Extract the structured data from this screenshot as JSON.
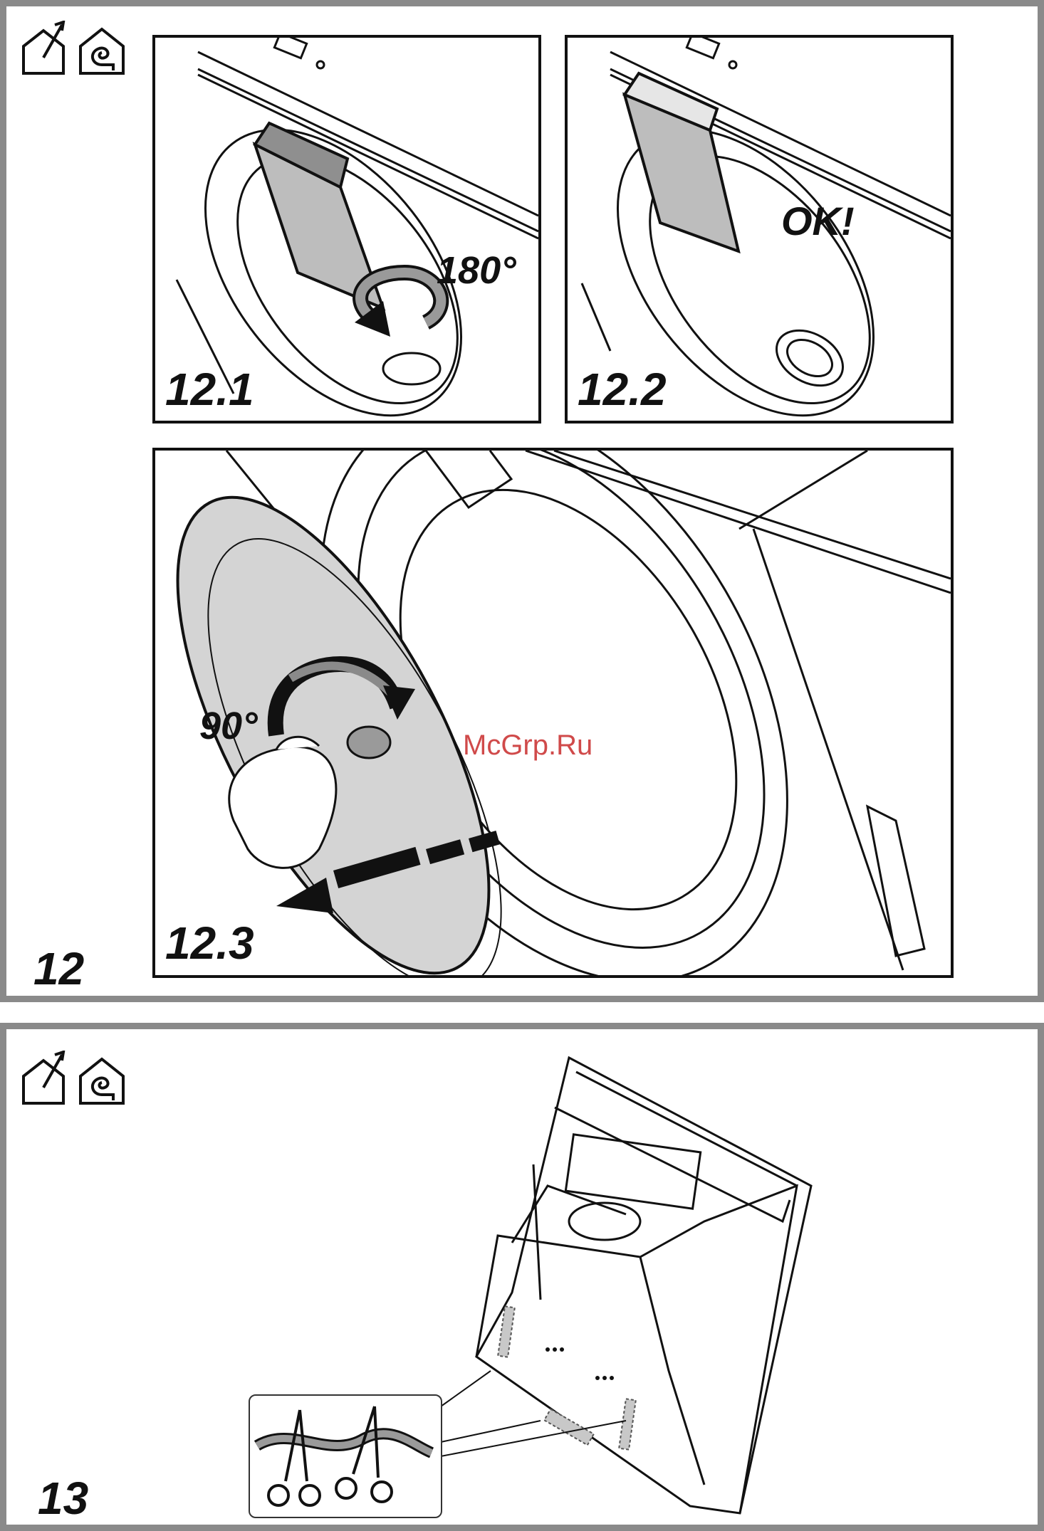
{
  "figure12": {
    "label": "12",
    "steps": [
      {
        "label": "12.1",
        "angle": "180°"
      },
      {
        "label": "12.2",
        "status": "OK!"
      },
      {
        "label": "12.3",
        "angle": "90°"
      }
    ]
  },
  "figure13": {
    "label": "13"
  },
  "icons": [
    "house-extraction-icon",
    "house-recirculation-icon"
  ],
  "watermark": "McGrp.Ru",
  "colors": {
    "frame": "#8a8a8a",
    "ink": "#111111",
    "fill_grey": "#d4d4d4",
    "watermark": "#d04a4a"
  }
}
